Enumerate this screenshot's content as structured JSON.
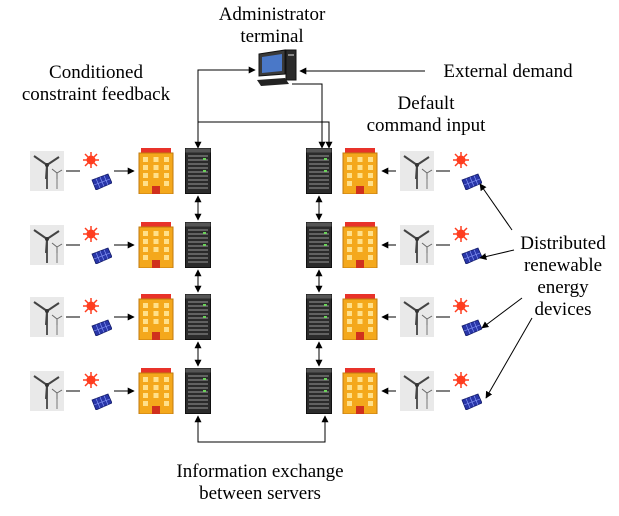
{
  "labels": {
    "admin_line1": "Administrator",
    "admin_line2": "terminal",
    "cond_line1": "Conditioned",
    "cond_line2": "constraint feedback",
    "external_demand": "External demand",
    "default_line1": "Default",
    "default_line2": "command input",
    "dist_line1": "Distributed",
    "dist_line2": "renewable",
    "dist_line3": "energy",
    "dist_line4": "devices",
    "info_line1": "Information exchange",
    "info_line2": "between servers"
  },
  "icons": {
    "computer": "administrator-computer-icon",
    "server": "server-rack-icon",
    "building": "building-icon",
    "wind": "wind-turbine-icon",
    "solar": "solar-panel-icon"
  },
  "rows": 4,
  "colors": {
    "building": "#f4a81c",
    "building_roof": "#e8322a",
    "server": "#2b2b2b",
    "sun": "#ff3d1f",
    "panel": "#2936a8",
    "arrow": "#000000"
  }
}
